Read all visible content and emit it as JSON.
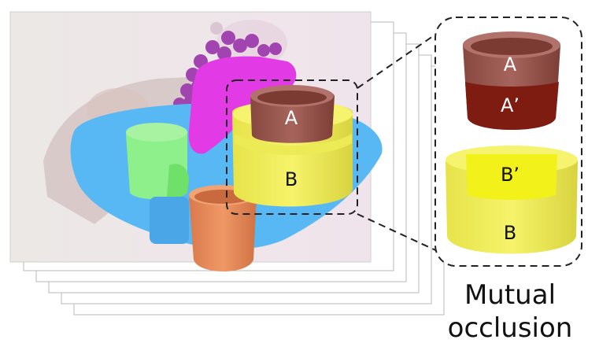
{
  "labels": {
    "scene_A": "A",
    "scene_B": "B",
    "zoom_A": "A",
    "zoom_A_prime": "A’",
    "zoom_B_prime": "B’",
    "zoom_B": "B"
  },
  "caption": {
    "line1": "Mutual",
    "line2": "occlusion"
  },
  "colors": {
    "mask_blue": "#58b8f4",
    "mask_magenta": "#e23be6",
    "mask_green": "#8ef08a",
    "mask_orange": "#e88a5a",
    "mask_yellow": "#f3f060",
    "mask_brown": "#9a5a55",
    "occluded_brown": "#7e1c12",
    "occluded_yellow": "#f2f21a",
    "grape": "#a244b0"
  }
}
